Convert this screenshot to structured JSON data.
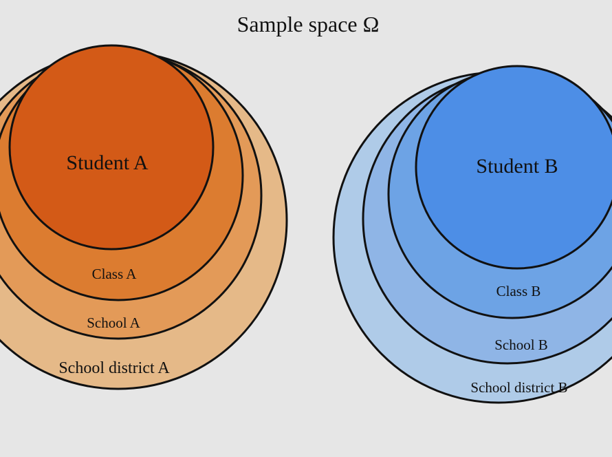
{
  "title": "Sample space Ω",
  "group_a": {
    "colors": {
      "district": "#e5b988",
      "school": "#e39a58",
      "class": "#dc7c30",
      "student": "#d35a17"
    },
    "labels": {
      "student": "Student A",
      "class": "Class A",
      "school": "School A",
      "district": "School district A"
    }
  },
  "group_b": {
    "colors": {
      "district": "#afcbe8",
      "school": "#8fb5e6",
      "class": "#6da3e5",
      "student": "#4d8ee6"
    },
    "labels": {
      "student": "Student B",
      "class": "Class B",
      "school": "School B",
      "district": "School district B"
    }
  }
}
